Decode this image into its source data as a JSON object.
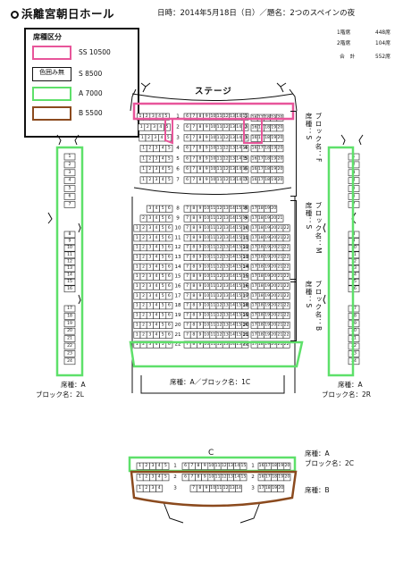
{
  "header": {
    "venue": "浜離宮朝日ホール",
    "event": "日時：2014年5月18日（日）／題名：2つのスペインの夜"
  },
  "stats": {
    "floor1_label": "1階席",
    "floor1_value": "448席",
    "floor2_label": "2階席",
    "floor2_value": "104席",
    "total_label": "合　計",
    "total_value": "552席"
  },
  "legend": {
    "title": "席種区分",
    "items": [
      {
        "box": "",
        "label": "SS 10500",
        "color": "#e8559a"
      },
      {
        "box": "色囲み無",
        "label": "S 8500",
        "color": "#111111"
      },
      {
        "box": "",
        "label": "A 7000",
        "color": "#5ee06a"
      },
      {
        "box": "",
        "label": "B 5500",
        "color": "#8b4a1e"
      }
    ]
  },
  "stage": {
    "label": "ステージ",
    "balcony_label": "C"
  },
  "side_labels": {
    "block_f": "ブロック名：F",
    "block_m": "ブロック名：M",
    "block_b": "ブロック名：B",
    "seat_s1": "席種：S",
    "seat_s2": "席種：S",
    "seat_s3": "席種：S"
  },
  "bottom_labels": {
    "left_seat": "席種：A",
    "left_block": "ブロック名：2L",
    "center": "席種：A／ブロック名：1C",
    "right_seat": "席種：A",
    "right_block": "ブロック名：2R",
    "c_seat": "席種：A",
    "c_block": "ブロック名：2C",
    "c_b_seat": "席種：B"
  },
  "seating": {
    "main_rows": [
      {
        "row": "1",
        "left": [
          1,
          2,
          3,
          4,
          5
        ],
        "mid": [
          6,
          7,
          8,
          9,
          10,
          11,
          12,
          13,
          14,
          15
        ],
        "right": [
          16,
          17,
          18,
          19,
          20
        ]
      },
      {
        "row": "2",
        "left": [
          1,
          2,
          3,
          4,
          5
        ],
        "mid": [
          6,
          7,
          8,
          9,
          10,
          11,
          12,
          13,
          14,
          15
        ],
        "right": [
          16,
          17,
          18,
          19,
          20
        ]
      },
      {
        "row": "3",
        "left": [
          1,
          2,
          3,
          4,
          5
        ],
        "mid": [
          6,
          7,
          8,
          9,
          10,
          11,
          12,
          13,
          14,
          15
        ],
        "right": [
          16,
          17,
          18,
          19,
          20
        ]
      },
      {
        "row": "4",
        "left": [
          1,
          2,
          3,
          4,
          5
        ],
        "mid": [
          6,
          7,
          8,
          9,
          10,
          11,
          12,
          13,
          14,
          15
        ],
        "right": [
          16,
          17,
          18,
          19,
          20
        ]
      },
      {
        "row": "5",
        "left": [
          1,
          2,
          3,
          4,
          5
        ],
        "mid": [
          6,
          7,
          8,
          9,
          10,
          11,
          12,
          13,
          14,
          15
        ],
        "right": [
          16,
          17,
          18,
          19,
          20
        ]
      },
      {
        "row": "6",
        "left": [
          1,
          2,
          3,
          4,
          5
        ],
        "mid": [
          6,
          7,
          8,
          9,
          10,
          11,
          12,
          13,
          14,
          15
        ],
        "right": [
          16,
          17,
          18,
          19,
          20
        ]
      },
      {
        "row": "7",
        "left": [
          1,
          2,
          3,
          4,
          5
        ],
        "mid": [
          6,
          7,
          8,
          9,
          10,
          11,
          12,
          13,
          14,
          15
        ],
        "right": [
          16,
          17,
          18,
          19,
          20
        ]
      },
      {
        "row": "8",
        "left": [
          3,
          4,
          5,
          6
        ],
        "mid": [
          7,
          8,
          9,
          10,
          11,
          12,
          13,
          14,
          15,
          16
        ],
        "right": [
          17,
          18,
          19,
          20
        ]
      },
      {
        "row": "9",
        "left": [
          2,
          3,
          4,
          5,
          6
        ],
        "mid": [
          7,
          8,
          9,
          10,
          11,
          12,
          13,
          14,
          15,
          16
        ],
        "right": [
          17,
          18,
          19,
          20,
          21
        ]
      },
      {
        "row": "10",
        "left": [
          1,
          2,
          3,
          4,
          5,
          6
        ],
        "mid": [
          7,
          8,
          9,
          10,
          11,
          12,
          13,
          14,
          15,
          16
        ],
        "right": [
          17,
          18,
          19,
          20,
          21,
          22
        ]
      },
      {
        "row": "11",
        "left": [
          1,
          2,
          3,
          4,
          5,
          6
        ],
        "mid": [
          7,
          8,
          9,
          10,
          11,
          12,
          13,
          14,
          15,
          16
        ],
        "right": [
          17,
          18,
          19,
          20,
          21,
          22
        ]
      },
      {
        "row": "12",
        "left": [
          1,
          2,
          3,
          4,
          5,
          6
        ],
        "mid": [
          7,
          8,
          9,
          10,
          11,
          12,
          13,
          14,
          15,
          16
        ],
        "right": [
          17,
          18,
          19,
          20,
          21,
          22
        ]
      },
      {
        "row": "13",
        "left": [
          1,
          2,
          3,
          4,
          5,
          6
        ],
        "mid": [
          7,
          8,
          9,
          10,
          11,
          12,
          13,
          14,
          15,
          16
        ],
        "right": [
          17,
          18,
          19,
          20,
          21,
          22
        ]
      },
      {
        "row": "14",
        "left": [
          1,
          2,
          3,
          4,
          5,
          6
        ],
        "mid": [
          7,
          8,
          9,
          10,
          11,
          12,
          13,
          14,
          15,
          16
        ],
        "right": [
          17,
          18,
          19,
          20,
          21,
          22
        ]
      },
      {
        "row": "15",
        "left": [
          1,
          2,
          3,
          4,
          5,
          6
        ],
        "mid": [
          7,
          8,
          9,
          10,
          11,
          12,
          13,
          14,
          15,
          16
        ],
        "right": [
          17,
          18,
          19,
          20,
          21,
          22
        ]
      },
      {
        "row": "16",
        "left": [
          1,
          2,
          3,
          4,
          5,
          6
        ],
        "mid": [
          7,
          8,
          9,
          10,
          11,
          12,
          13,
          14,
          15,
          16
        ],
        "right": [
          17,
          18,
          19,
          20,
          21,
          22
        ]
      },
      {
        "row": "17",
        "left": [
          1,
          2,
          3,
          4,
          5,
          6
        ],
        "mid": [
          7,
          8,
          9,
          10,
          11,
          12,
          13,
          14,
          15,
          16
        ],
        "right": [
          17,
          18,
          19,
          20,
          21,
          22
        ]
      },
      {
        "row": "18",
        "left": [
          1,
          2,
          3,
          4,
          5,
          6
        ],
        "mid": [
          7,
          8,
          9,
          10,
          11,
          12,
          13,
          14,
          15,
          16
        ],
        "right": [
          17,
          18,
          19,
          20,
          21,
          22
        ]
      },
      {
        "row": "19",
        "left": [
          1,
          2,
          3,
          4,
          5,
          6
        ],
        "mid": [
          7,
          8,
          9,
          10,
          11,
          12,
          13,
          14,
          15,
          16
        ],
        "right": [
          17,
          18,
          19,
          20,
          21,
          22
        ]
      },
      {
        "row": "20",
        "left": [
          1,
          2,
          3,
          4,
          5,
          6
        ],
        "mid": [
          7,
          8,
          9,
          10,
          11,
          12,
          13,
          14,
          15,
          16
        ],
        "right": [
          17,
          18,
          19,
          20,
          21,
          22
        ]
      },
      {
        "row": "21",
        "left": [
          1,
          2,
          3,
          4,
          5,
          6
        ],
        "mid": [
          7,
          8,
          9,
          10,
          11,
          12,
          13,
          14,
          15,
          16
        ],
        "right": [
          17,
          18,
          19,
          20,
          21,
          22
        ]
      },
      {
        "row": "22",
        "left": [
          1,
          2,
          3,
          4,
          5,
          6
        ],
        "mid": [
          7,
          8,
          9,
          10,
          11,
          12,
          13,
          14,
          15,
          16
        ],
        "right": [
          17,
          18,
          19,
          20,
          21,
          22
        ]
      }
    ],
    "balcony_left_seats": [
      "1",
      "2",
      "3",
      "4",
      "5",
      "6",
      "7",
      "8",
      "9",
      "10",
      "11",
      "12",
      "13",
      "14",
      "15",
      "16",
      "17",
      "18",
      "19",
      "20",
      "21",
      "22",
      "23",
      "24"
    ],
    "balcony_right_seats": [
      "1",
      "2",
      "3",
      "4",
      "5",
      "6",
      "7",
      "8",
      "9",
      "10",
      "11",
      "12",
      "13",
      "14",
      "15",
      "16",
      "17",
      "18",
      "19",
      "20",
      "21",
      "22",
      "23",
      "24"
    ],
    "balcony_c_rows": [
      {
        "row": "1",
        "left": [
          1,
          2,
          3,
          4,
          5
        ],
        "mid": [
          6,
          7,
          8,
          9,
          10,
          11,
          12,
          13,
          14,
          15
        ],
        "right": [
          16,
          17,
          18,
          19,
          20
        ]
      },
      {
        "row": "2",
        "left": [
          1,
          2,
          3,
          4,
          5
        ],
        "mid": [
          6,
          7,
          8,
          9,
          10,
          11,
          12,
          13,
          14,
          15
        ],
        "right": [
          16,
          17,
          18,
          19,
          20
        ]
      },
      {
        "row": "3",
        "left": [
          1,
          2,
          3,
          4
        ],
        "mid": [
          7,
          8,
          9,
          10,
          11,
          12,
          13,
          14
        ],
        "right": [
          17,
          18,
          19,
          20
        ]
      }
    ]
  },
  "colors": {
    "ss": "#e8559a",
    "a": "#5ee06a",
    "b": "#8b4a1e",
    "line": "#111111"
  }
}
